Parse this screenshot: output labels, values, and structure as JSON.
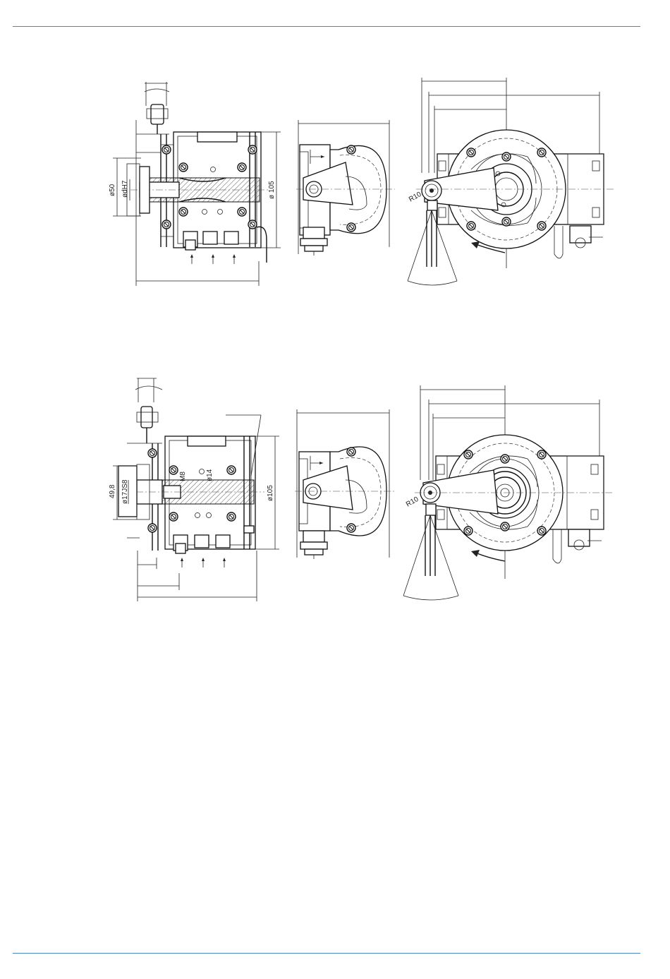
{
  "colors": {
    "rule": "#4a86c5",
    "line": "#222222"
  },
  "upper_assembly": {
    "side_view": {
      "label_outer_diameter": "ø50",
      "label_bore": "ødH7",
      "label_body_diameter": "ø 105"
    },
    "rear_view": {
      "label_radius": "R10"
    }
  },
  "lower_assembly": {
    "side_view": {
      "label_offset": "49,8",
      "label_bore": "ø17JS8",
      "label_thread": "M8",
      "label_pin": "ø14",
      "label_body_diameter": "ø105"
    },
    "rear_view": {
      "label_radius": "R10"
    }
  }
}
